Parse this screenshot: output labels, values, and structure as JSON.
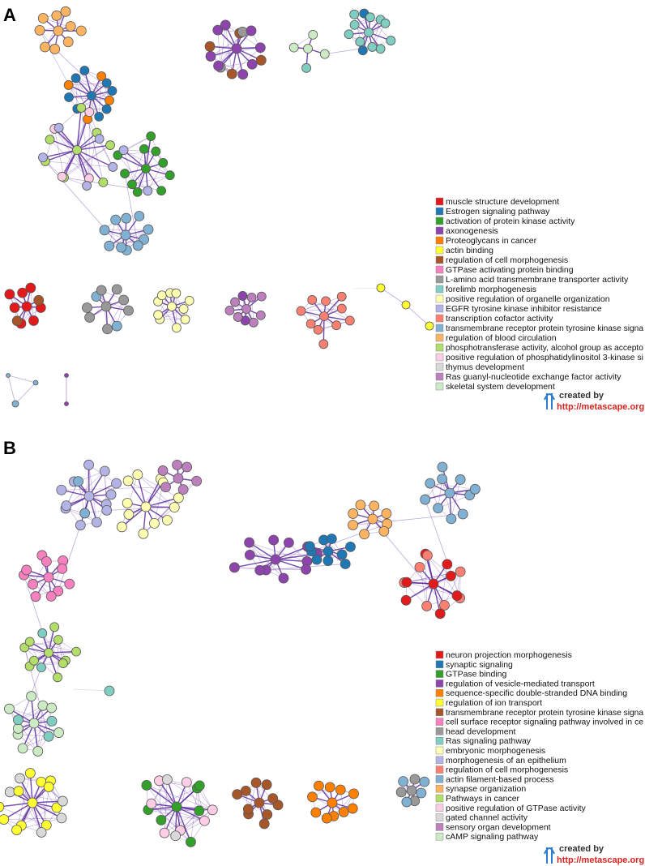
{
  "panels": [
    {
      "label": "A",
      "legend": [
        {
          "text": "muscle structure development",
          "color": "#e31a1c"
        },
        {
          "text": "Estrogen signaling pathway",
          "color": "#1f78b4"
        },
        {
          "text": "activation of protein kinase activity",
          "color": "#33a02c"
        },
        {
          "text": "axonogenesis",
          "color": "#8e44ad"
        },
        {
          "text": "Proteoglycans in cancer",
          "color": "#ff7f00"
        },
        {
          "text": "actin binding",
          "color": "#ffff33"
        },
        {
          "text": "regulation of cell morphogenesis",
          "color": "#a65628"
        },
        {
          "text": "GTPase activating protein binding",
          "color": "#f781bf"
        },
        {
          "text": "L-amino acid transmembrane transporter activity",
          "color": "#999999"
        },
        {
          "text": "forelimb morphogenesis",
          "color": "#80cdc1"
        },
        {
          "text": "positive regulation of organelle organization",
          "color": "#ffffb3"
        },
        {
          "text": "EGFR tyrosine kinase inhibitor resistance",
          "color": "#b3b3e6"
        },
        {
          "text": "transcription cofactor activity",
          "color": "#fb8072"
        },
        {
          "text": "transmembrane receptor protein tyrosine kinase signa",
          "color": "#80b1d3"
        },
        {
          "text": "regulation of blood circulation",
          "color": "#fdb462"
        },
        {
          "text": "phosphotransferase activity, alcohol group as accepto",
          "color": "#b3de69"
        },
        {
          "text": "positive regulation of phosphatidylinositol 3-kinase si",
          "color": "#fccde5"
        },
        {
          "text": "thymus development",
          "color": "#d9d9d9"
        },
        {
          "text": "Ras guanyl-nucleotide exchange factor activity",
          "color": "#bc80bd"
        },
        {
          "text": "skeletal system development",
          "color": "#ccebc5"
        }
      ],
      "credit": {
        "created_by": "created by",
        "url": "http://metascape.org"
      }
    },
    {
      "label": "B",
      "legend": [
        {
          "text": "neuron projection morphogenesis",
          "color": "#e31a1c"
        },
        {
          "text": "synaptic signaling",
          "color": "#1f78b4"
        },
        {
          "text": "GTPase binding",
          "color": "#33a02c"
        },
        {
          "text": "regulation of vesicle-mediated transport",
          "color": "#8e44ad"
        },
        {
          "text": "sequence-speciﬁc double-stranded DNA binding",
          "color": "#ff7f00"
        },
        {
          "text": "regulation of ion transport",
          "color": "#ffff33"
        },
        {
          "text": "transmembrane receptor protein tyrosine kinase signa",
          "color": "#a65628"
        },
        {
          "text": "cell surface receptor signaling pathway involved in ce",
          "color": "#f781bf"
        },
        {
          "text": "head development",
          "color": "#999999"
        },
        {
          "text": "Ras signaling pathway",
          "color": "#80cdc1"
        },
        {
          "text": "embryonic morphogenesis",
          "color": "#ffffb3"
        },
        {
          "text": "morphogenesis of an epithelium",
          "color": "#b3b3e6"
        },
        {
          "text": "regulation of cell morphogenesis",
          "color": "#fb8072"
        },
        {
          "text": "actin filament-based process",
          "color": "#80b1d3"
        },
        {
          "text": "synapse organization",
          "color": "#fdb462"
        },
        {
          "text": "Pathways in cancer",
          "color": "#b3de69"
        },
        {
          "text": "positive regulation of GTPase activity",
          "color": "#fccde5"
        },
        {
          "text": "gated channel activity",
          "color": "#d9d9d9"
        },
        {
          "text": "sensory organ development",
          "color": "#bc80bd"
        },
        {
          "text": "cAMP signaling pathway",
          "color": "#ccebc5"
        }
      ],
      "credit": {
        "created_by": "created by",
        "url": "http://metascape.org"
      }
    }
  ],
  "colors": {
    "edge": "#5b2a9e",
    "node_stroke": "#555555",
    "credit_icon": "#2b7bd3"
  }
}
